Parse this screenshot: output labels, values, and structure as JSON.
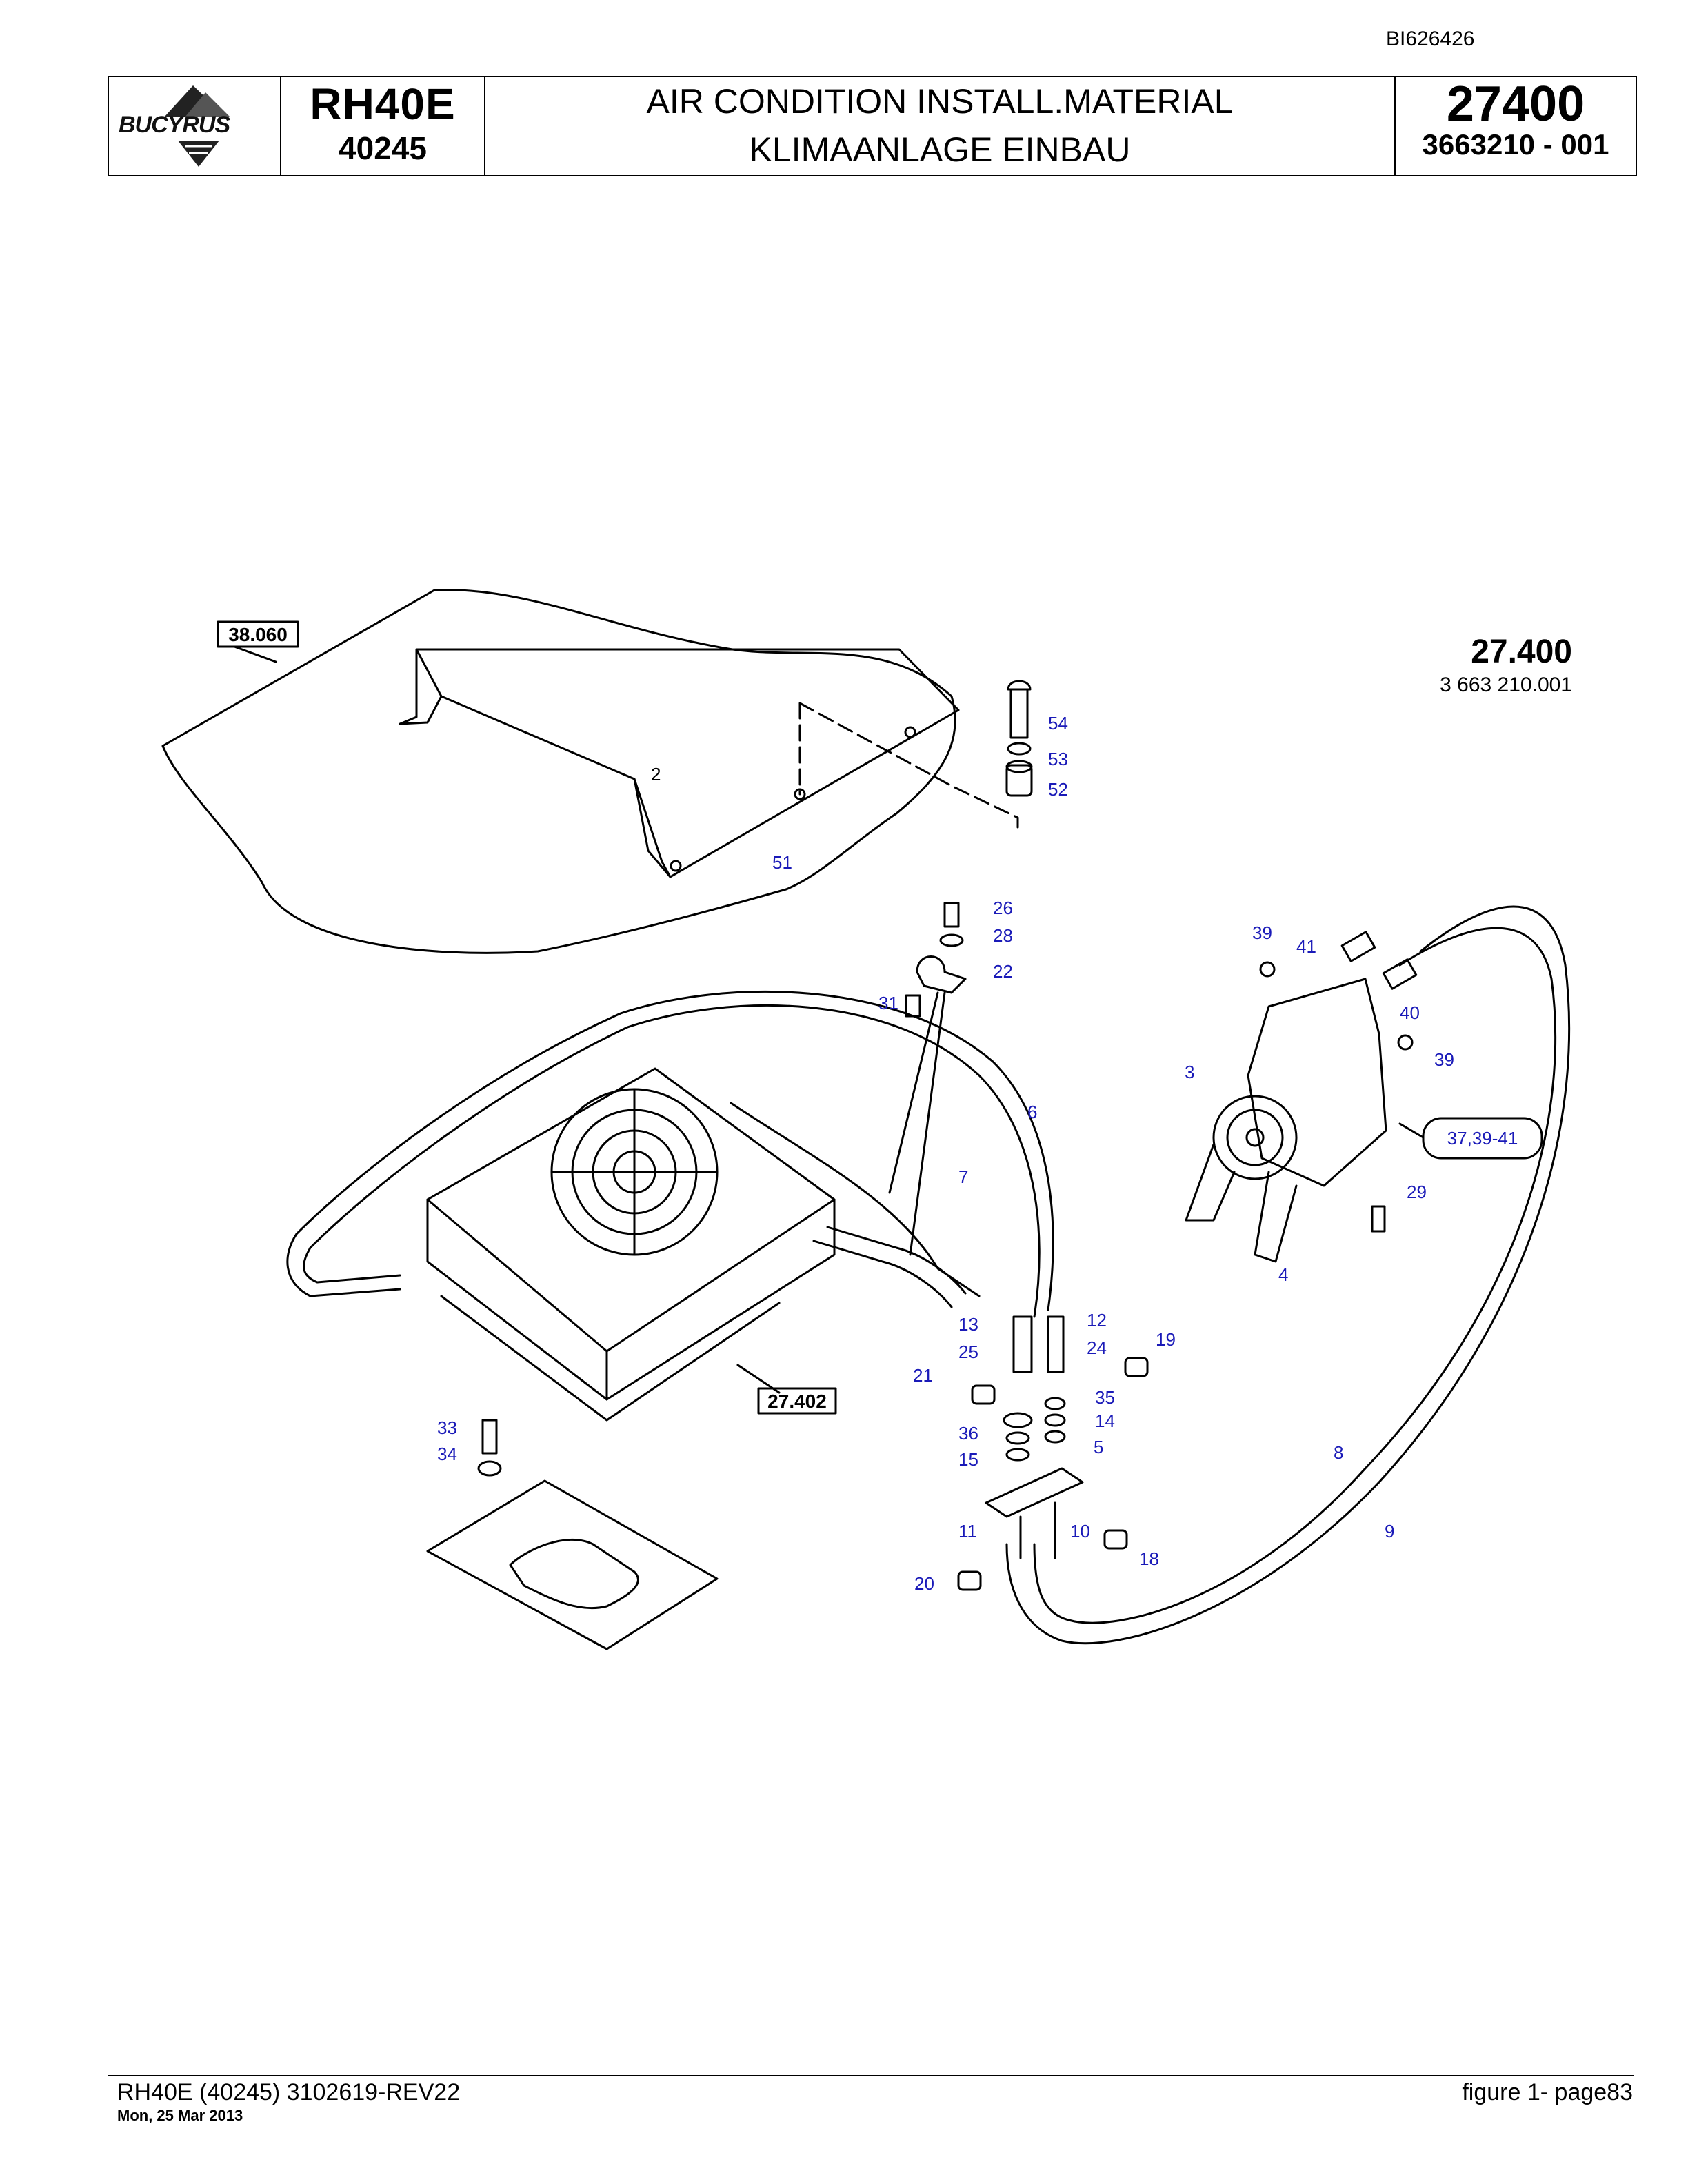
{
  "document_id": "BI626426",
  "header": {
    "brand": "BUCYRUS",
    "model": "RH40E",
    "model_number": "40245",
    "title_en": "AIR CONDITION INSTALL.MATERIAL",
    "title_de": "KLIMAANLAGE EINBAU",
    "group_number": "27400",
    "part_number": "3663210  - 001"
  },
  "figure_reference": {
    "group": "27.400",
    "part": "3 663 210.001"
  },
  "reference_boxes": [
    "38.060",
    "27.402"
  ],
  "compressor_group_label": "37,39-41",
  "callouts": [
    "54",
    "53",
    "52",
    "51",
    "2",
    "26",
    "28",
    "22",
    "31",
    "39",
    "41",
    "40",
    "39",
    "3",
    "6",
    "7",
    "29",
    "4",
    "13",
    "12",
    "25",
    "24",
    "19",
    "21",
    "35",
    "14",
    "36",
    "5",
    "15",
    "8",
    "11",
    "10",
    "9",
    "18",
    "20",
    "33",
    "34"
  ],
  "footer": {
    "left": "RH40E (40245) 3102619-REV22",
    "date": "Mon, 25 Mar 2013",
    "right": "figure  1- page83"
  },
  "colors": {
    "callout": "#1a1ab8",
    "line": "#000000"
  }
}
